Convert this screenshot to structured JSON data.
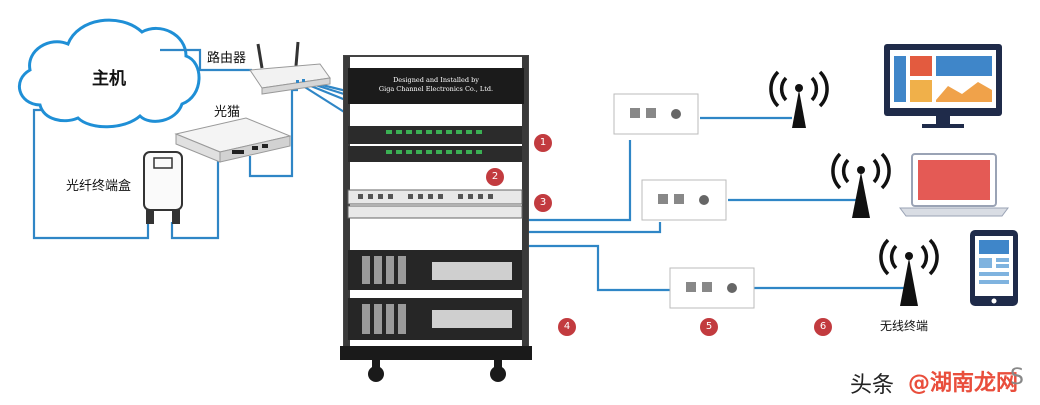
{
  "labels": {
    "host": "主机",
    "router": "路由器",
    "modem": "光猫",
    "fiber_box": "光纤终端盒",
    "wireless_terminal": "无线终端"
  },
  "rack_banner": {
    "line1": "Designed and Installed by",
    "line2": "Giga Channel Electronics Co., Ltd."
  },
  "badges": [
    "1",
    "2",
    "3",
    "4",
    "5",
    "6"
  ],
  "watermark": {
    "prefix": "头条",
    "site": "@湖南龙网",
    "suffix": "S"
  },
  "colors": {
    "cable": "#2f86c6",
    "badge": "#c23b3f",
    "rack": "#2a2a2a",
    "cloud_stroke": "#1f8fd6"
  }
}
